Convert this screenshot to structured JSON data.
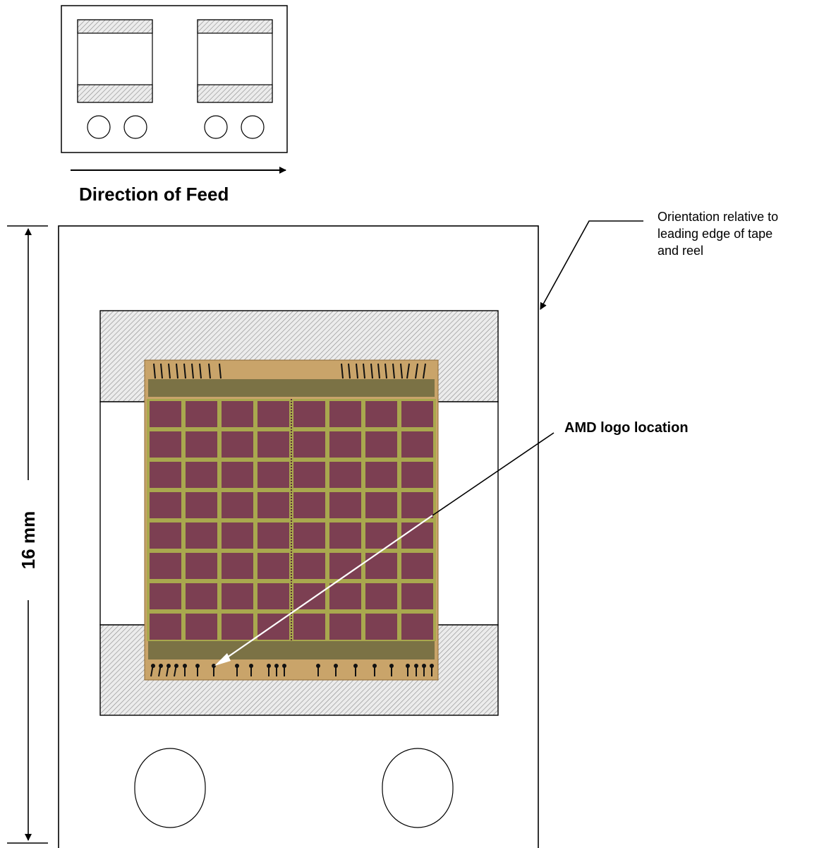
{
  "labels": {
    "direction_of_feed": "Direction of Feed",
    "dimension": "16 mm",
    "orientation_line1": "Orientation relative to",
    "orientation_line2": "leading edge of tape",
    "orientation_line3": "and reel",
    "logo_location": "AMD logo location"
  },
  "die": {
    "pad_rows": 8,
    "pad_cols": 8
  },
  "colors": {
    "die_border": "#c9a46a",
    "die_pad": "#7c3f52",
    "die_grid": "#a9a84e",
    "hatch": "#8a8a8a",
    "logo_arrow": "#ffffff"
  }
}
